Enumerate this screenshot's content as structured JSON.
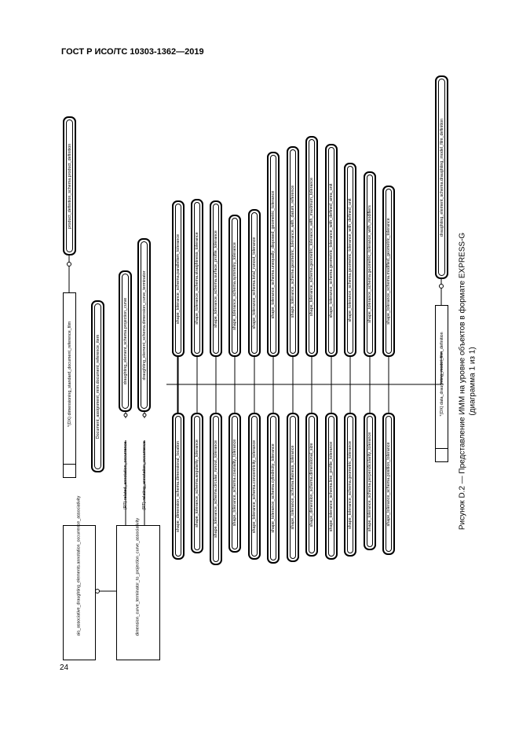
{
  "header": "ГОСТ Р ИСО/ТС 10303-1362—2019",
  "page_number": "24",
  "caption": {
    "line1": "Рисунок D.2 — Представление ИММ на уровне объектов в формате EXPRESS-G",
    "line2": "(диаграмма 1 из 1)"
  },
  "entities": {
    "product_definition": "product_definition_schema.product_definition",
    "dim_std_ref_film": "*(DX) dimensioning_standard_document_reference_film",
    "doc_assignment": "Document_assignment_mim.document_reference_item",
    "draughting_projection_curve": "draughting_element_schema.projection_curve",
    "draughting_terminator": "draughting_element_schema.dimension_curve_terminator",
    "ais_associative": "ais_associative_draughting_elements.annotation_occurrence_associativity",
    "dimension_curve_assoc": "dimension_curve_terminator_to_projection_curve_associativity",
    "draughting_model_film": "draughting_element_schema.draughting_model_film_definition",
    "data_draughting_model": "*(DX) data_draughting_model_film_definition"
  },
  "roles": {
    "related": "(RT) related_annotation_occurrence",
    "relating": "(RT) relating_annotation_occurrence"
  },
  "right_column": [
    "shape_tolerance_schema.parallelism_tolerance",
    "shape_tolerance_schema.straightness_tolerance",
    "shape_tolerance_schema.surface_profile_tolerance",
    "shape_tolerance_schema.symmetry_tolerance",
    "shape_tolerance_schema.total_runout_tolerance",
    "shape_tolerance_schema.unequally_disposed_geometric_tolerance",
    "shape_tolerance_schema.geometric_tolerance_with_datum_reference",
    "shape_tolerance_schema.geometric_tolerance_with_maximum_tolerance",
    "shape_tolerance_schema.geometric_tolerance_with_defined_area_unit",
    "shape_tolerance_schema.geometric_tolerance_with_defined_unit",
    "shape_tolerance_schema.geometric_tolerance_with_modifiers",
    "shape_tolerance_schema.modified_geometric_tolerance"
  ],
  "left_column": [
    "shape_dimension_schema.dimensional_location",
    "shape_tolerance_schema.angularity_tolerance",
    "shape_tolerance_schema.circular_runout_tolerance",
    "shape_tolerance_schema.coaxiality_tolerance",
    "shape_tolerance_schema.concentricity_tolerance",
    "shape_tolerance_schema.cylindricity_tolerance",
    "shape_tolerance_schema.flatness_tolerance",
    "shape_dimension_schema.dimensional_size",
    "shape_tolerance_schema.line_profile_tolerance",
    "shape_tolerance_schema.geometric_tolerance",
    "shape_tolerance_schema.perpendicularity_tolerance",
    "shape_tolerance_schema.position_tolerance"
  ]
}
